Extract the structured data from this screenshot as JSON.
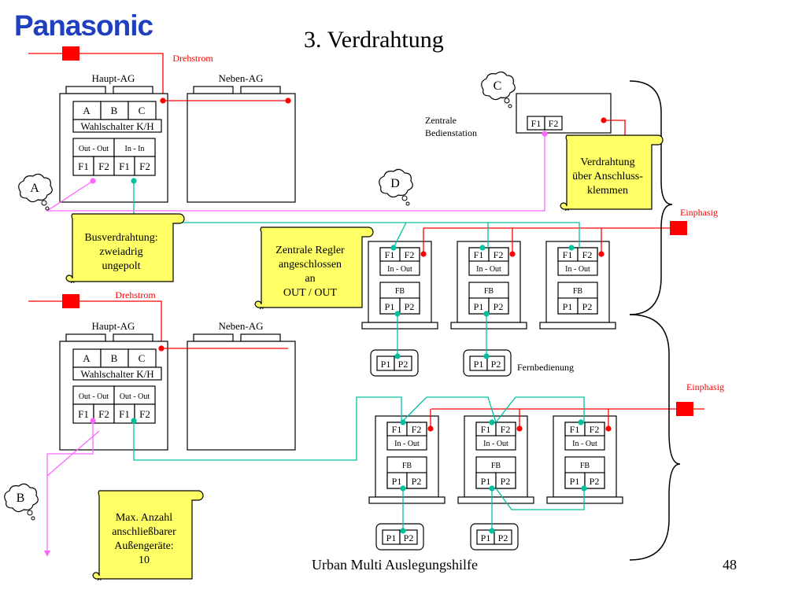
{
  "brand": "Panasonic",
  "title": "3. Verdrahtung",
  "footer": "Urban Multi Auslegungshilfe",
  "page_number": "48",
  "colors": {
    "power": "#ff0000",
    "bus": "#00c0a0",
    "bus2": "#ff66ff",
    "note_fill": "#ffff66",
    "logo": "#1f3fbf"
  },
  "labels": {
    "drehstrom": "Drehstrom",
    "einphasig": "Einphasig",
    "haupt_ag": "Haupt-AG",
    "neben_ag": "Neben-AG",
    "wahlschalter": "Wahlschalter K/H",
    "sw_a": "A",
    "sw_b": "B",
    "sw_c": "C",
    "out_out": "Out - Out",
    "in_in": "In - In",
    "in_out": "In - Out",
    "fb": "FB",
    "f1": "F1",
    "f2": "F2",
    "p1": "P1",
    "p2": "P2",
    "zentrale_1": "Zentrale",
    "zentrale_2": "Bedienstation",
    "fernbedienung": "Fernbedienung"
  },
  "callouts": {
    "a": "A",
    "b": "B",
    "c": "C",
    "d": "D"
  },
  "notes": {
    "bus": [
      "Busverdrahtung:",
      "zweiadrig",
      "ungepolt"
    ],
    "regler": [
      "Zentrale Regler",
      "angeschlossen",
      "an",
      "OUT / OUT"
    ],
    "verdrahtung": [
      "Verdrahtung",
      "über Anschluss-",
      "klemmen"
    ],
    "max": [
      "Max. Anzahl",
      "anschließbarer",
      "Außengeräte:",
      "10"
    ]
  }
}
